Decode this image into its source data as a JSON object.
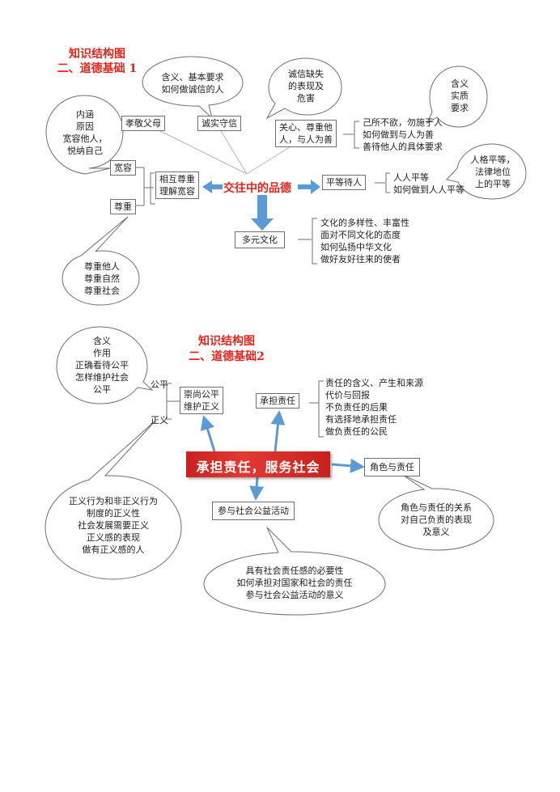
{
  "section1": {
    "title_line1": "知识结构图",
    "title_line2": "二、道德基础 1",
    "center": "交往中的品德",
    "box_xiaojing": "孝敬父母",
    "box_chengshi": "诚实守信",
    "box_guanxin_l1": "关心、尊重他",
    "box_guanxin_l2": "人，与人为善",
    "box_kuanrong": "宽容",
    "box_zunzhong": "尊重",
    "box_xianghu_l1": "相互尊重",
    "box_xianghu_l2": "理解宽容",
    "box_pingdeng": "平等待人",
    "box_duoyuan": "多元文化",
    "bubble_hanyi": [
      "含义、基本要求",
      "如何做诚信的人"
    ],
    "bubble_chengxin": [
      "诚信缺失",
      "的表现及",
      "危害"
    ],
    "bubble_neihan": [
      "内涵",
      "原因",
      "宽容他人，",
      "悦纳自己"
    ],
    "bubble_zunzhong": [
      "尊重他人",
      "尊重自然",
      "尊重社会"
    ],
    "bubble_hanyi_shizhi": [
      "含义",
      "实质",
      "要求"
    ],
    "bubble_renge": [
      "人格平等，",
      "法律地位",
      "上的平等"
    ],
    "list_guanxin": [
      "己所不欲，勿施于人",
      "如何做到与人为善",
      "善待他人的具体要求"
    ],
    "list_pingdeng": [
      "人人平等",
      "如何做到人人平等"
    ],
    "list_wenhua": [
      "文化的多样性、丰富性",
      "面对不同文化的态度",
      "如何弘扬中华文化",
      "做好友好往来的使者"
    ]
  },
  "section2": {
    "title_line1": "知识结构图",
    "title_line2": "二、道德基础2",
    "center": "承担责任，服务社会",
    "box_chongshang_l1": "崇尚公平",
    "box_chongshang_l2": "维护正义",
    "box_chengdan": "承担责任",
    "box_juese": "角色与责任",
    "box_canyu": "参与社会公益活动",
    "label_gongping": "公平",
    "label_zhengyi": "正义",
    "bubble_gongping": [
      "含义",
      "作用",
      "正确看待公平",
      "怎样维护社会",
      "公平"
    ],
    "bubble_zhengyi": [
      "正义行为和非正义行为",
      "制度的正义性",
      "社会发展需要正义",
      "正义感的表现",
      "做有正义感的人"
    ],
    "bubble_juese": [
      "角色与责任的关系",
      "对自己负责的表现",
      "及意义"
    ],
    "bubble_canyu": [
      "具有社会责任感的必要性",
      "如何承担对国家和社会的责任",
      "参与社会公益活动的意义"
    ],
    "list_zeren": [
      "责任的含义、产生和来源",
      "代价与回报",
      "不负责任的后果",
      "有选择地承担责任",
      "做负责任的公民"
    ]
  },
  "colors": {
    "title_red": "#e0261c",
    "arrow_blue": "#5b9bd5",
    "banner_red": "#d42a22"
  }
}
